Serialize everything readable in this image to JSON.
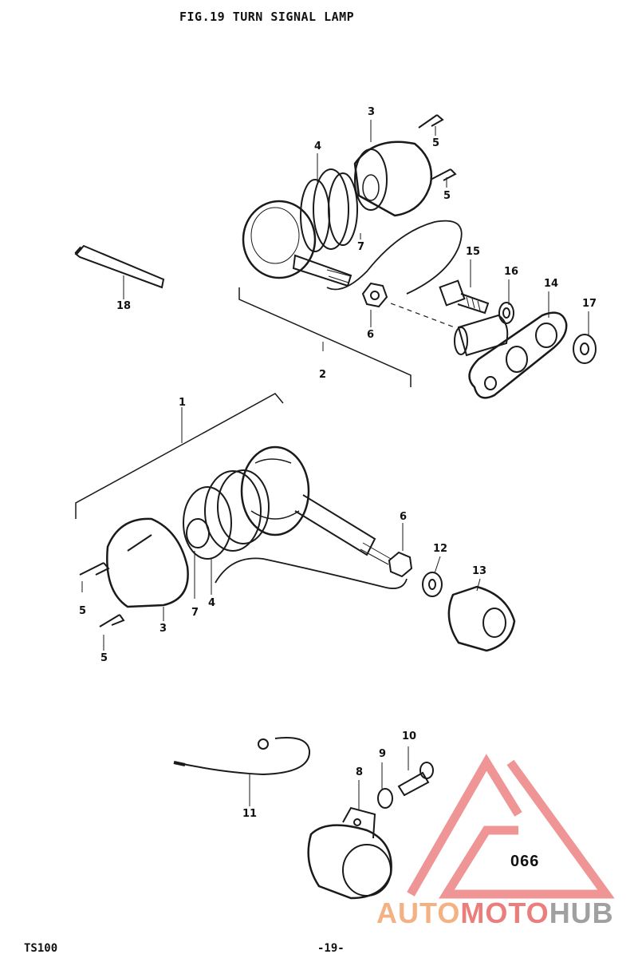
{
  "title": "FIG.19  TURN SIGNAL LAMP",
  "footer": {
    "model": "TS100",
    "page": "-19-"
  },
  "page_code": "066",
  "watermark": {
    "part1": "AUTO",
    "part2": "MOTO",
    "part3": "HUB"
  },
  "callouts": {
    "c1": "1",
    "c2": "2",
    "c3a": "3",
    "c3b": "3",
    "c4a": "4",
    "c4b": "4",
    "c5a": "5",
    "c5b": "5",
    "c5c": "5",
    "c5d": "5",
    "c6a": "6",
    "c6b": "6",
    "c7a": "7",
    "c7b": "7",
    "c8": "8",
    "c9": "9",
    "c10": "10",
    "c11": "11",
    "c12": "12",
    "c13": "13",
    "c14": "14",
    "c15": "15",
    "c16": "16",
    "c17": "17",
    "c18": "18"
  },
  "colors": {
    "ink": "#1a1a1a",
    "watermark_red": "#ee8a8a",
    "watermark_orange": "#f4b183",
    "watermark_gray": "#a0a0a0"
  }
}
